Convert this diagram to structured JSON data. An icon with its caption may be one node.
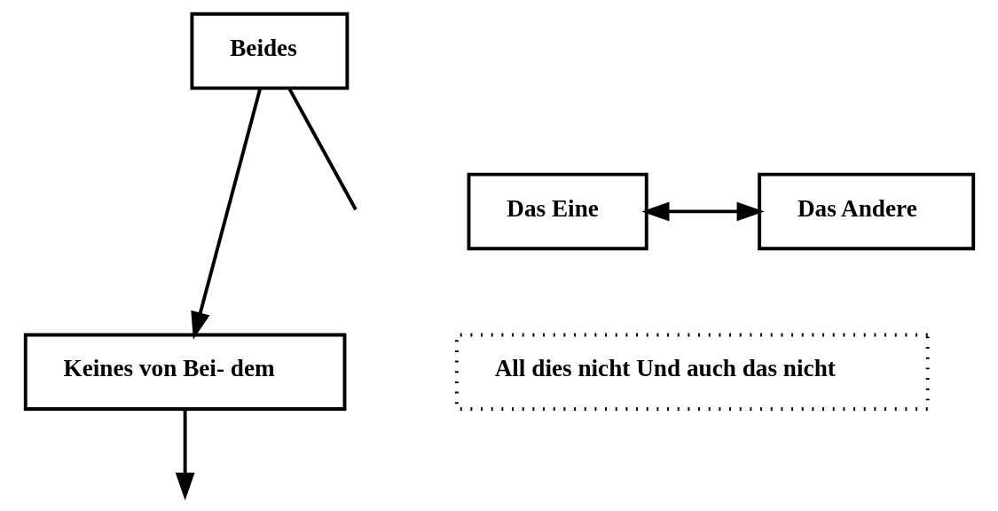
{
  "diagram": {
    "nodes": [
      {
        "text": [
          "Beides"
        ]
      },
      {
        "text": [
          "Das Eine"
        ]
      },
      {
        "text": [
          "Das Andere"
        ]
      },
      {
        "text": [
          "Keines von Bei- dem"
        ]
      },
      {
        "text": [
          "All dies nicht Und auch das nicht"
        ]
      }
    ],
    "edges": [
      {
        "from": 1,
        "to": 2,
        "arrow": "both"
      },
      {
        "from": 0,
        "to": null,
        "arrow": "none"
      },
      {
        "from": 0,
        "to": 3,
        "arrow": "to"
      },
      {
        "from": 3,
        "to": null,
        "arrow": "to"
      }
    ]
  }
}
